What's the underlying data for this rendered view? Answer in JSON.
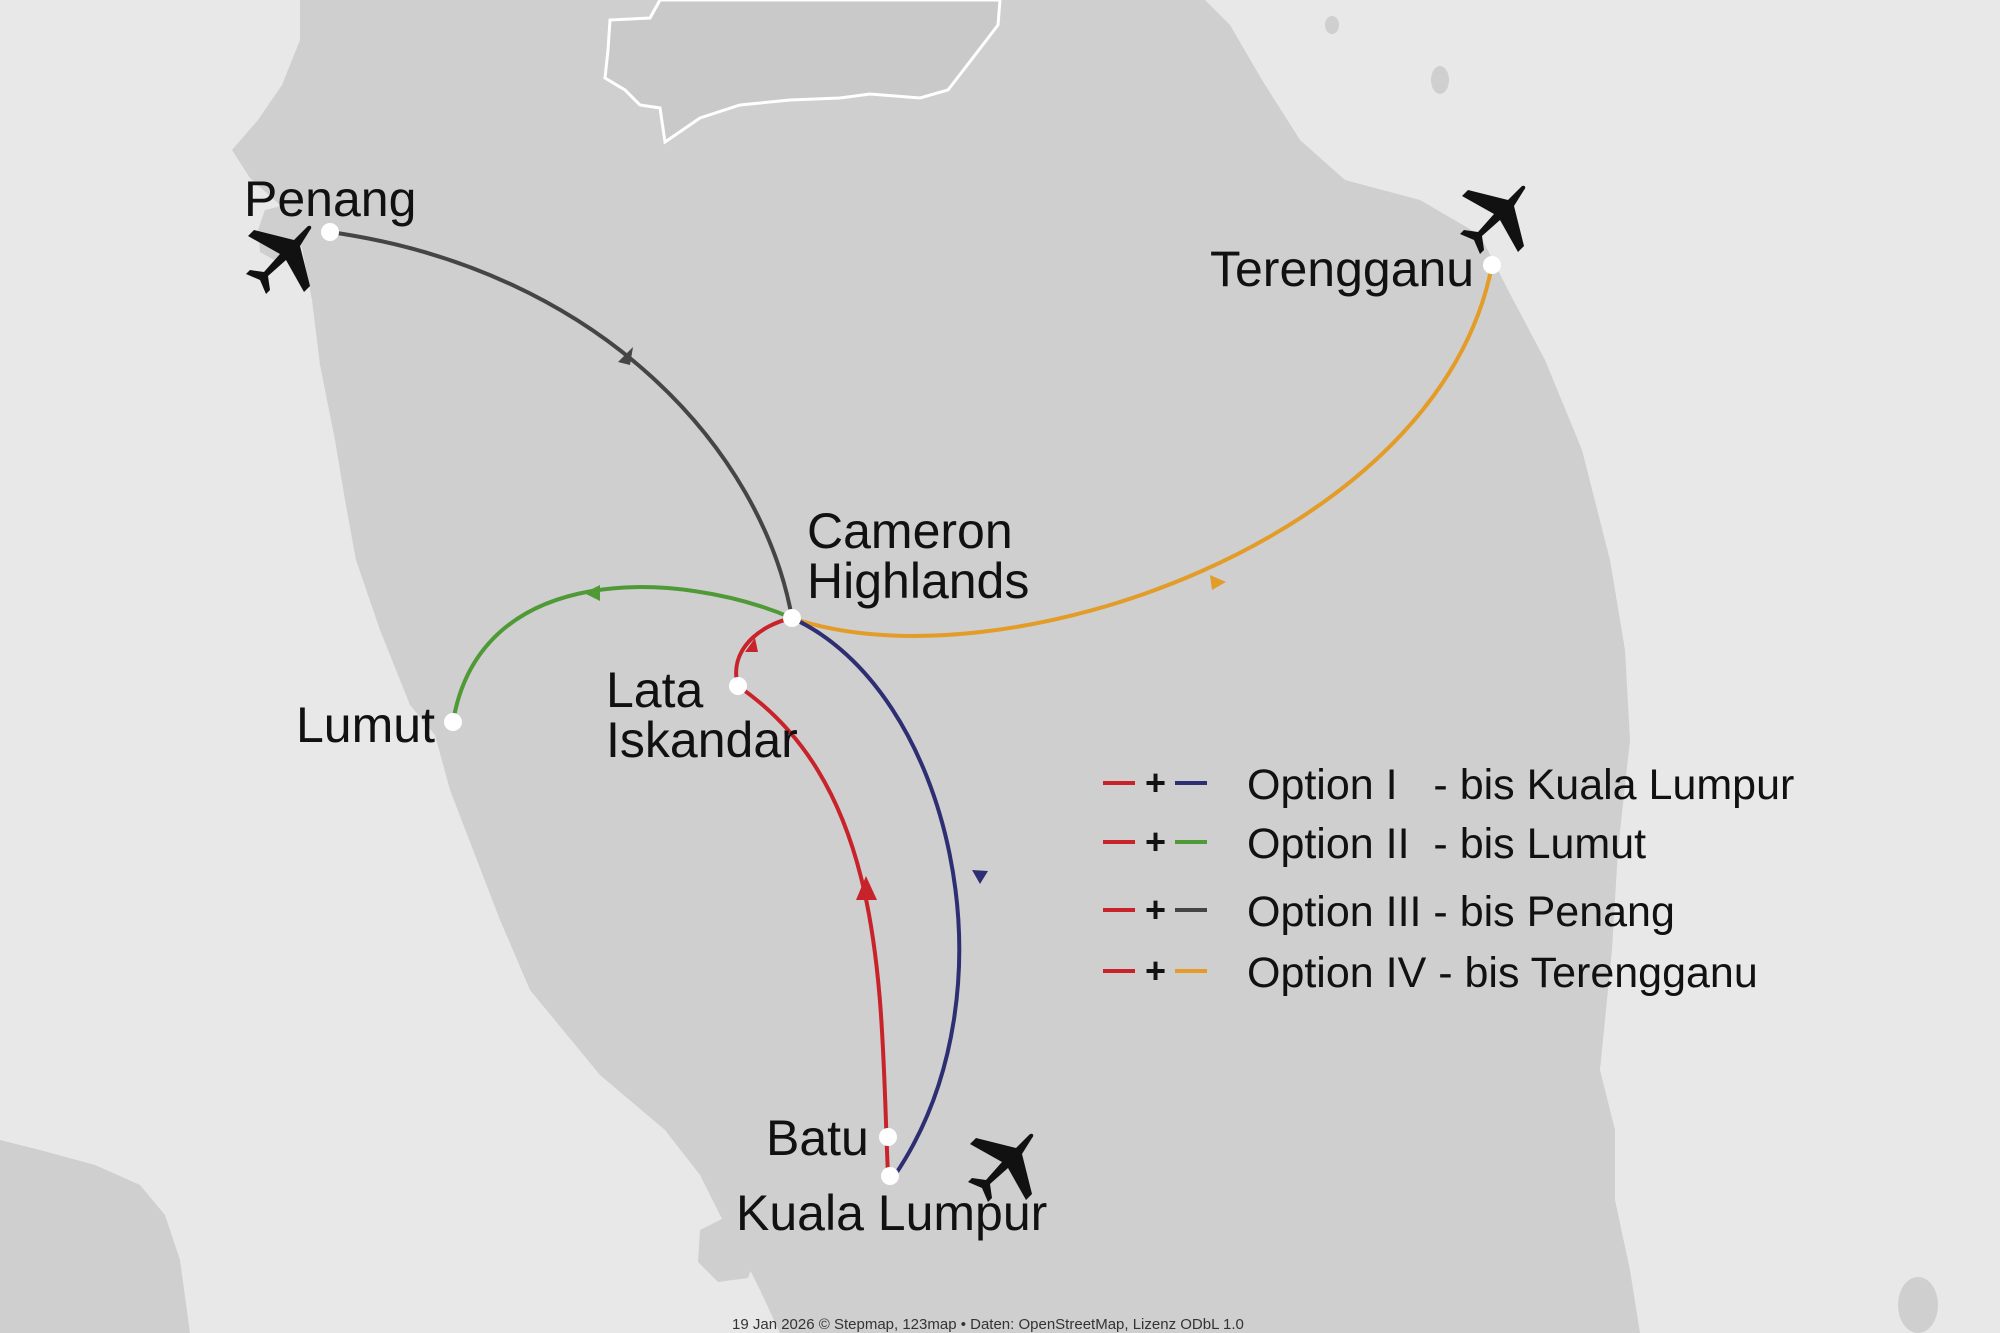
{
  "colors": {
    "sea": "#e8e8e8",
    "land": "#cfcfcf",
    "border": "#ffffff",
    "route_red": "#c8232a",
    "route_navy": "#2e2e72",
    "route_green": "#4f9a36",
    "route_gray": "#454545",
    "route_orange": "#e39c27",
    "city_dot": "#ffffff",
    "text": "#111111"
  },
  "places": {
    "penang": "Penang",
    "terengganu": "Terengganu",
    "cameron_line1": "Cameron",
    "cameron_line2": "Highlands",
    "lata_line1": "Lata",
    "lata_line2": "Iskandar",
    "lumut": "Lumut",
    "batu": "Batu",
    "kuala_lumpur": "Kuala Lumpur"
  },
  "icons": {
    "airport": "airplane-icon",
    "airports_at": [
      "Penang",
      "Terengganu",
      "Kuala Lumpur"
    ]
  },
  "legend": {
    "plus": "+",
    "items": [
      {
        "label": "Option I   - bis Kuala Lumpur",
        "first_color": "#c8232a",
        "second_color": "#2e2e72"
      },
      {
        "label": "Option II  - bis Lumut",
        "first_color": "#c8232a",
        "second_color": "#4f9a36"
      },
      {
        "label": "Option III - bis Penang",
        "first_color": "#c8232a",
        "second_color": "#454545"
      },
      {
        "label": "Option IV - bis Terengganu",
        "first_color": "#c8232a",
        "second_color": "#e39c27"
      }
    ]
  },
  "credit": "19 Jan 2026 © Stepmap, 123map • Daten: OpenStreetMap, Lizenz ODbL 1.0"
}
